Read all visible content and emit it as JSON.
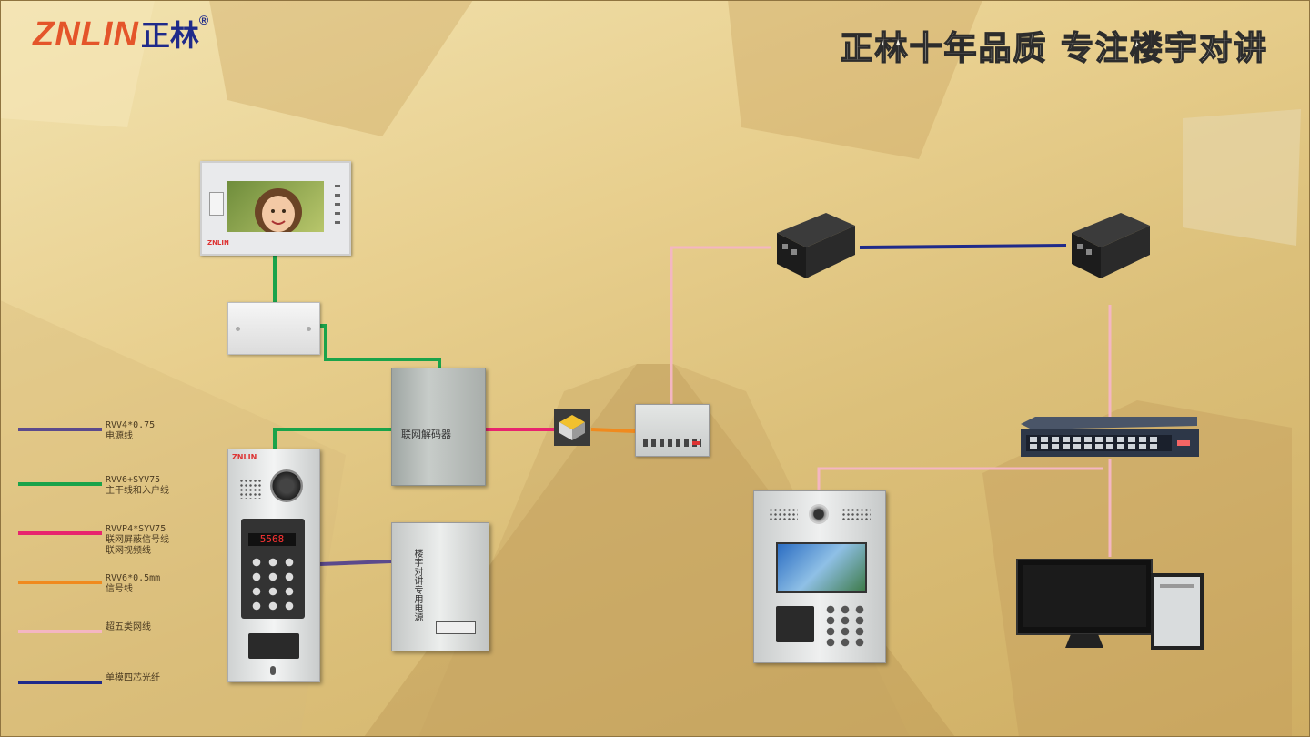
{
  "logo": {
    "en": "ZNLIN",
    "cn": "正林",
    "reg": "®"
  },
  "slogan": "正林十年品质 专注楼宇对讲",
  "colors": {
    "power": "#5b4a8c",
    "main_cable": "#1aa34a",
    "network_signal": "#e8246e",
    "signal": "#f08a1e",
    "cat5": "#f4b6c2",
    "fiber": "#1f2a8a"
  },
  "legend": [
    {
      "line": "power",
      "label": "RVV4*0.75\n电源线"
    },
    {
      "line": "main_cable",
      "label": "RVV6+SYV75\n主干线和入户线"
    },
    {
      "line": "network_signal",
      "label": "RVVP4*SYV75\n联网屏蔽信号线\n联网视频线"
    },
    {
      "line": "signal",
      "label": "RVV6*0.5mm\n信号线"
    },
    {
      "line": "cat5",
      "label": "超五类网线"
    },
    {
      "line": "fiber",
      "label": "单模四芯光纤"
    }
  ],
  "devices": {
    "monitor": {
      "brand": "ZNLIN",
      "icon": "indoor-monitor"
    },
    "junction_box": {
      "icon": "junction-box"
    },
    "decoder": {
      "label": "联网解码器"
    },
    "outdoor_panel": {
      "brand": "ZNLIN",
      "display": "5568",
      "icon": "door-station"
    },
    "power_supply": {
      "label": "楼宇对讲专用电源"
    },
    "converter": {
      "icon": "network-converter"
    },
    "server": {
      "icon": "network-server"
    },
    "fiber_tx": {
      "icon": "fiber-transceiver"
    },
    "fiber_rx": {
      "icon": "fiber-transceiver"
    },
    "switch": {
      "icon": "network-switch"
    },
    "ip_panel": {
      "icon": "ip-door-station"
    },
    "computer": {
      "icon": "management-computer"
    }
  }
}
